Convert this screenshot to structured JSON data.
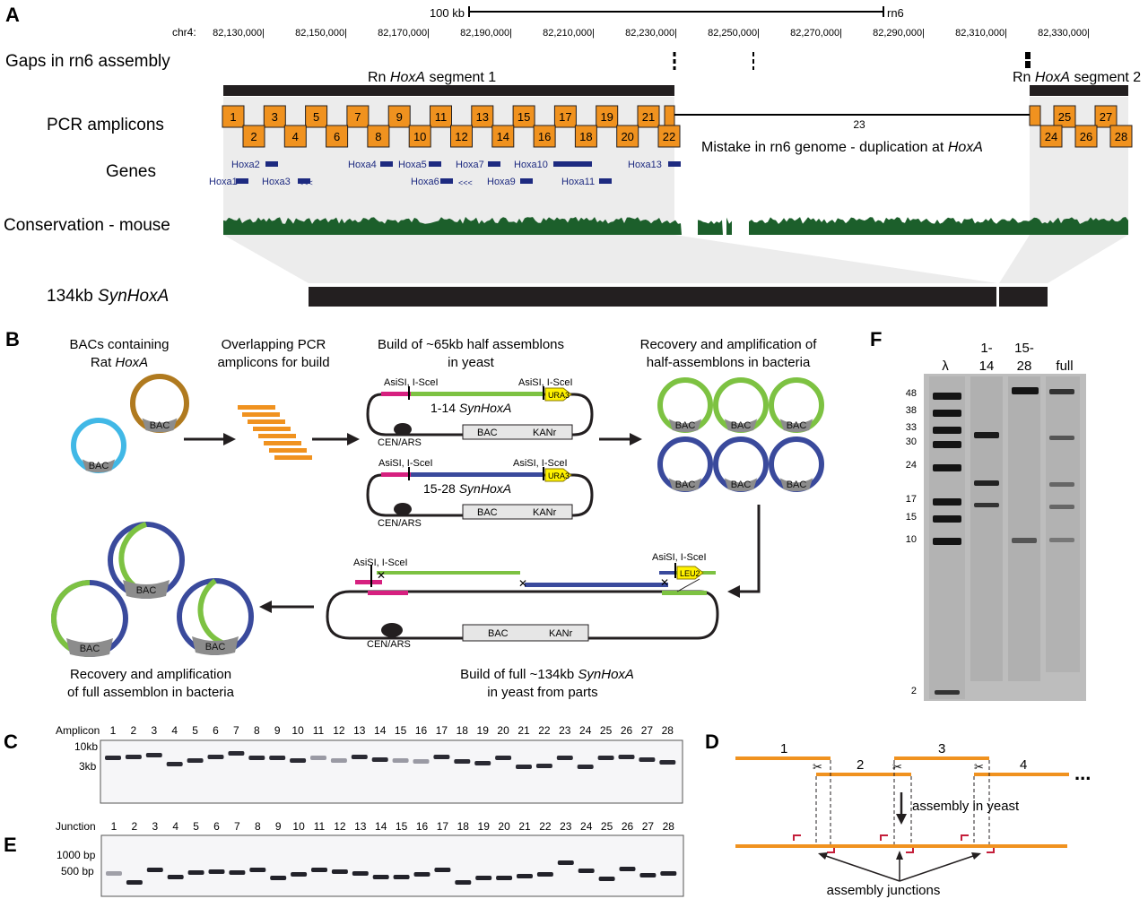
{
  "colors": {
    "orange": "#f0921f",
    "navy": "#1d2a80",
    "green": "#1c5f2b",
    "lime": "#7dc242",
    "blue": "#3a4a9c",
    "cyan": "#41b8e6",
    "brown": "#b07a1f",
    "magenta": "#d6207f",
    "gray": "#9a9a9a",
    "yellow": "#fff200"
  },
  "panelA": {
    "letter": "A",
    "scale_label": "100 kb",
    "assembly": "rn6",
    "chrom_label": "chr4:",
    "coords": [
      "82,130,000|",
      "82,150,000|",
      "82,170,000|",
      "82,190,000|",
      "82,210,000|",
      "82,230,000|",
      "82,250,000|",
      "82,270,000|",
      "82,290,000|",
      "82,310,000|",
      "82,330,000|"
    ],
    "track_gaps": "Gaps in rn6 assembly",
    "segment1_pre": "Rn ",
    "segment1_it": "HoxA",
    "segment1_post": " segment 1",
    "segment2_pre": "Rn ",
    "segment2_it": "HoxA",
    "segment2_post": " segment 2",
    "track_pcr": "PCR amplicons",
    "amplicons_top": [
      "1",
      "3",
      "5",
      "7",
      "9",
      "11",
      "13",
      "15",
      "17",
      "19",
      "21"
    ],
    "amplicons_bottom": [
      "2",
      "4",
      "6",
      "8",
      "10",
      "12",
      "14",
      "16",
      "18",
      "20",
      "22"
    ],
    "amplicons2_top": [
      "25",
      "27"
    ],
    "amplicons2_bottom": [
      "24",
      "26",
      "28"
    ],
    "amplicon_23": "23",
    "mistake_pre": "Mistake in rn6 genome - duplication at ",
    "mistake_it": "HoxA",
    "track_genes": "Genes",
    "genes": [
      "Hoxa2",
      "Hoxa1",
      "Hoxa3",
      "Hoxa4",
      "Hoxa5",
      "Hoxa6",
      "Hoxa7",
      "Hoxa9",
      "Hoxa10",
      "Hoxa11",
      "Hoxa13"
    ],
    "track_cons": "Conservation - mouse",
    "syn_pre": "134kb ",
    "syn_it": "SynHoxA"
  },
  "panelB": {
    "letter": "B",
    "step1_l1": "BACs containing",
    "step1_l2_pre": "Rat ",
    "step1_l2_it": "HoxA",
    "step2_l1": "Overlapping PCR",
    "step2_l2": "amplicons for build",
    "step3_l1": "Build of ~65kb half assemblons",
    "step3_l2": "in yeast",
    "step4_l1": "Recovery and amplification of",
    "step4_l2": "half-assemblons in bacteria",
    "bac": "BAC",
    "site": "AsiSI, I-SceI",
    "half1_pre": "1-14 ",
    "half1_it": "SynHoxA",
    "half2_pre": "15-28 ",
    "half2_it": "SynHoxA",
    "ura3": "URA3",
    "leu2": "LEU2",
    "cen": "CEN/ARS",
    "kanr1": "KANr",
    "kanr2": "KANr",
    "kanr3": "KANr",
    "full_l1_pre": "Build of full ~134kb ",
    "full_l1_it": "SynHoxA",
    "full_l2": "in yeast from parts",
    "rec_l1": "Recovery and amplification",
    "rec_l2": "of full assemblon in bacteria"
  },
  "panelC": {
    "letter": "C",
    "title": "Amplicon",
    "lanes": [
      "1",
      "2",
      "3",
      "4",
      "5",
      "6",
      "7",
      "8",
      "9",
      "10",
      "11",
      "12",
      "13",
      "14",
      "15",
      "16",
      "17",
      "18",
      "19",
      "20",
      "21",
      "22",
      "23",
      "24",
      "25",
      "26",
      "27",
      "28"
    ],
    "m1": "10kb",
    "m2": "3kb"
  },
  "panelE": {
    "letter": "E",
    "title": "Junction",
    "lanes": [
      "1",
      "2",
      "3",
      "4",
      "5",
      "6",
      "7",
      "8",
      "9",
      "10",
      "11",
      "12",
      "13",
      "14",
      "15",
      "16",
      "17",
      "18",
      "19",
      "20",
      "21",
      "22",
      "23",
      "24",
      "25",
      "26",
      "27",
      "28"
    ],
    "m1": "1000 bp",
    "m2": "500 bp"
  },
  "panelD": {
    "letter": "D",
    "frags": [
      "1",
      "2",
      "3",
      "4"
    ],
    "ellipsis": "...",
    "yeast": "assembly in yeast",
    "junctions": "assembly junctions"
  },
  "panelF": {
    "letter": "F",
    "lanes": [
      "λ",
      "1-",
      "14",
      "15-",
      "28",
      "full"
    ],
    "sizes": [
      "48",
      "38",
      "33",
      "30",
      "24",
      "17",
      "15",
      "10",
      "2"
    ]
  }
}
